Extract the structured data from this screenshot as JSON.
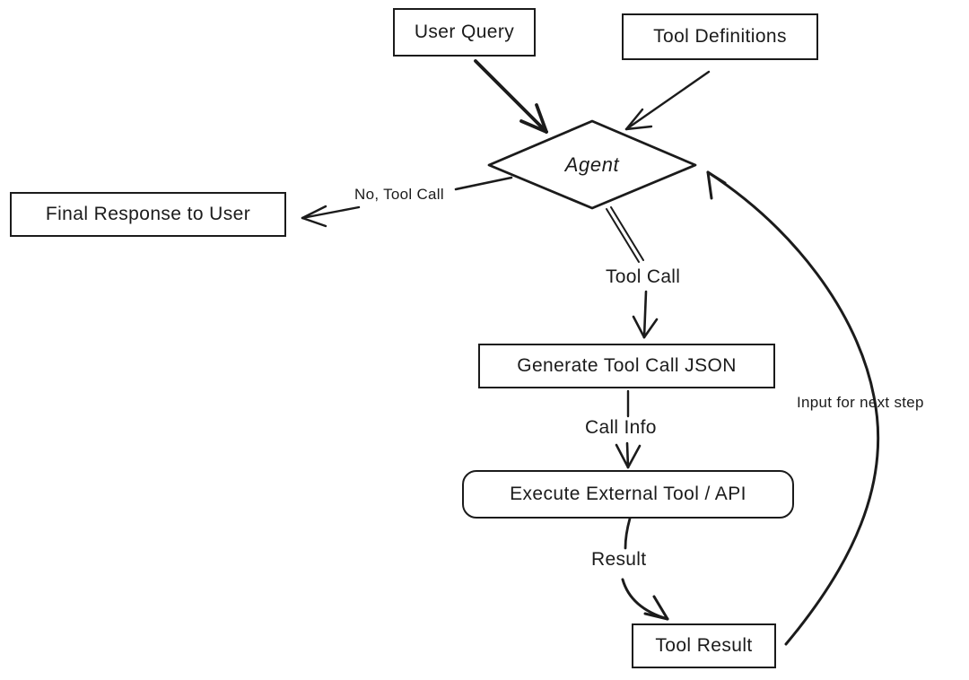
{
  "canvas": {
    "ink_color": "#1b1b1b",
    "bg_color": "#ffffff",
    "style": "hand-drawn flowchart"
  },
  "nodes": {
    "user_query": {
      "label": "User Query",
      "shape": "rectangle"
    },
    "tool_definitions": {
      "label": "Tool Definitions",
      "shape": "rectangle"
    },
    "agent": {
      "label": "Agent",
      "shape": "diamond"
    },
    "final_response": {
      "label": "Final Response to User",
      "shape": "rectangle"
    },
    "generate_json": {
      "label": "Generate Tool Call JSON",
      "shape": "rectangle"
    },
    "execute_tool": {
      "label": "Execute External Tool / API",
      "shape": "rounded-rectangle"
    },
    "tool_result": {
      "label": "Tool Result",
      "shape": "rectangle"
    }
  },
  "edge_labels": {
    "no_tool_call": "No, Tool Call",
    "tool_call": "Tool Call",
    "call_info": "Call Info",
    "result": "Result",
    "input_next": "Input for next step"
  },
  "edges": [
    {
      "from": "user_query",
      "to": "agent",
      "label": ""
    },
    {
      "from": "tool_definitions",
      "to": "agent",
      "label": ""
    },
    {
      "from": "agent",
      "to": "final_response",
      "label": "No, Tool Call"
    },
    {
      "from": "agent",
      "to": "generate_json",
      "label": "Tool Call"
    },
    {
      "from": "generate_json",
      "to": "execute_tool",
      "label": "Call Info"
    },
    {
      "from": "execute_tool",
      "to": "tool_result",
      "label": "Result"
    },
    {
      "from": "tool_result",
      "to": "agent",
      "label": "Input for next step"
    }
  ]
}
